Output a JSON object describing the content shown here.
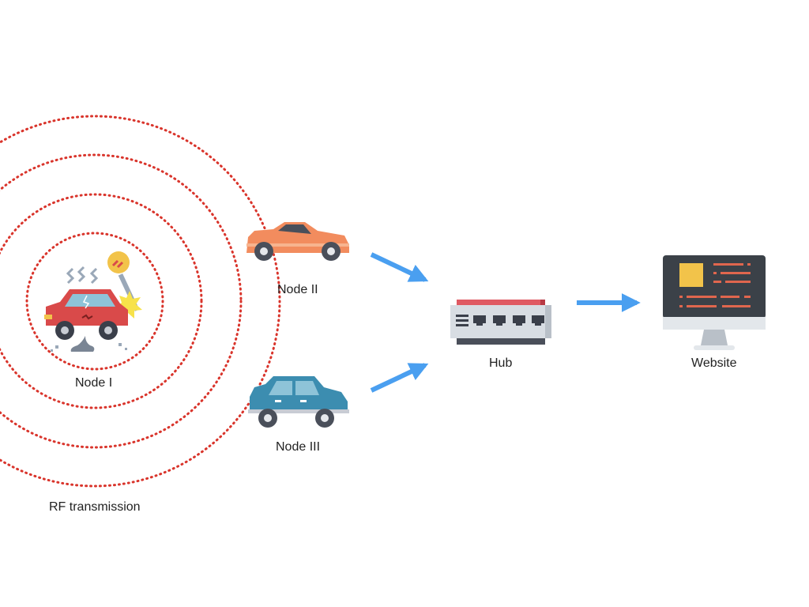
{
  "nodes": {
    "node1": {
      "label": "Node I",
      "icon": "crashed-car-icon",
      "color": "#d94a4a"
    },
    "node2": {
      "label": "Node II",
      "icon": "car-icon",
      "color": "#f28c5e"
    },
    "node3": {
      "label": "Node III",
      "icon": "car-icon",
      "color": "#3c8db0"
    },
    "hub": {
      "label": "Hub",
      "icon": "network-switch-icon"
    },
    "website": {
      "label": "Website",
      "icon": "monitor-icon"
    }
  },
  "rf": {
    "label": "RF transmission",
    "ring_color": "#d9342b",
    "ring_count": 4
  },
  "arrow_color": "#4a9ff0"
}
